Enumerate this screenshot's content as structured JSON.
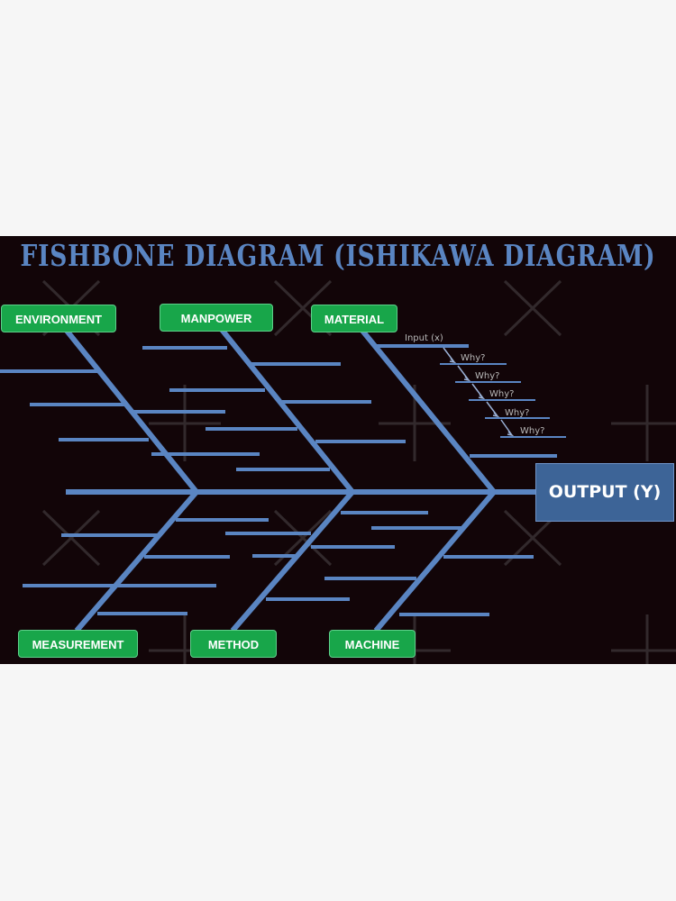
{
  "title": "FISHBONE DIAGRAM (ISHIKAWA DIAGRAM)",
  "categories": {
    "top": [
      "ENVIRONMENT",
      "MANPOWER",
      "MATERIAL"
    ],
    "bottom": [
      "MEASUREMENT",
      "METHOD",
      "MACHINE"
    ]
  },
  "output": "OUTPUT (Y)",
  "why_chain": {
    "input": "Input (x)",
    "whys": [
      "Why?",
      "Why?",
      "Why?",
      "Why?",
      "Why?"
    ]
  },
  "colors": {
    "background": "#120508",
    "bone": "#5a85c2",
    "category_box": "#18a64a",
    "output_box": "#3d6497",
    "title": "#5a85c2"
  }
}
